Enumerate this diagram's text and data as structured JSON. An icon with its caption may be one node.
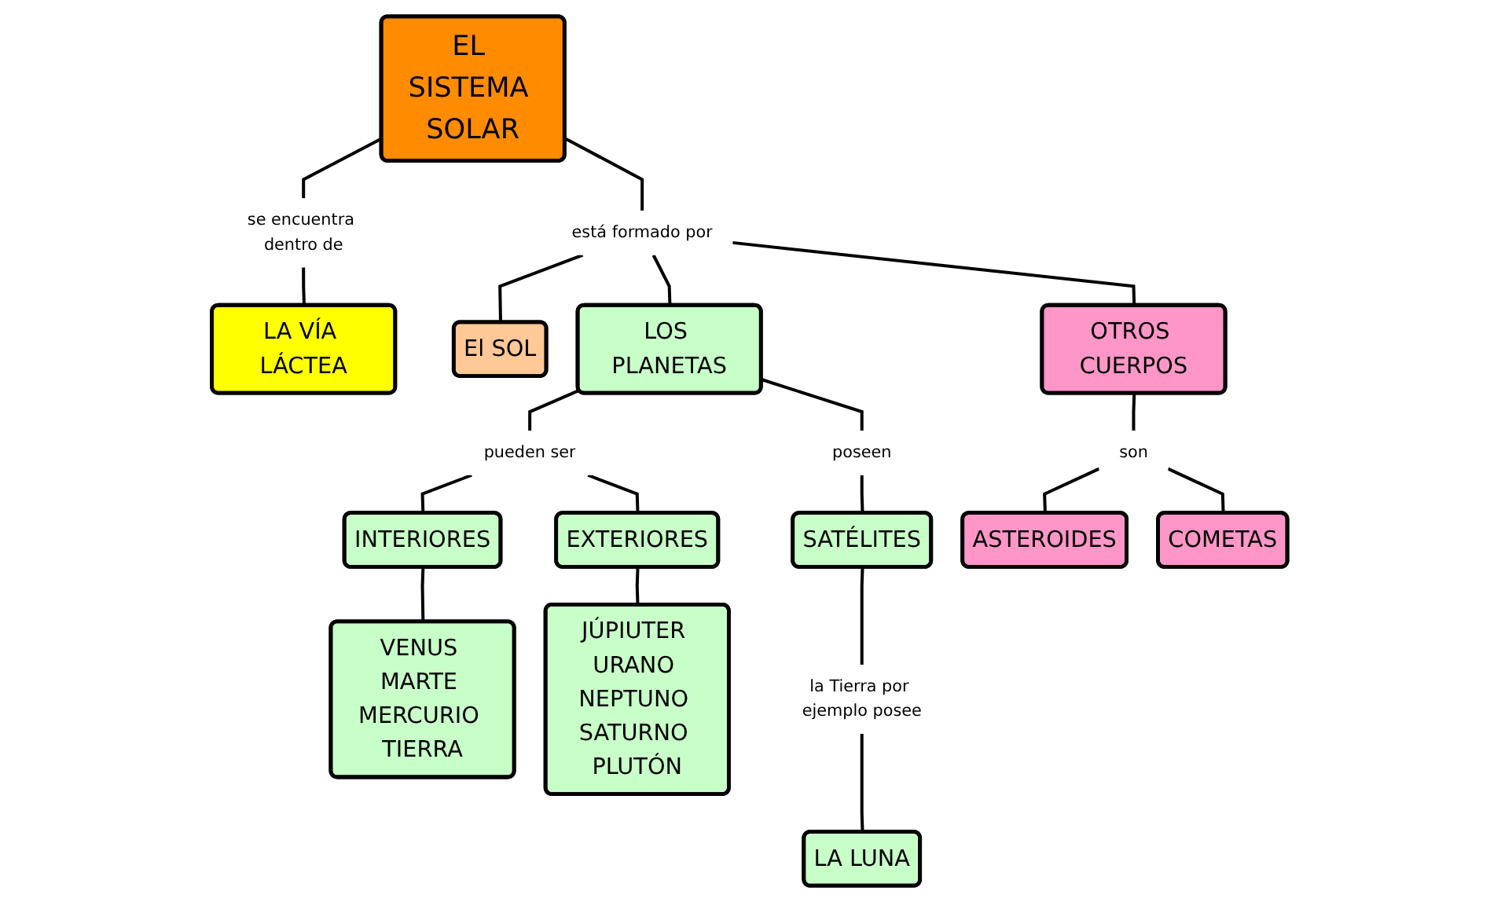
{
  "diagram": {
    "nodes": [
      {
        "text": [
          "EL SISTEMA SOLAR"
        ]
      },
      {
        "text": [
          "se encuentra dentro de"
        ]
      },
      {
        "text": [
          "LA VÍA LÁCTEA"
        ]
      },
      {
        "text": [
          "está formado por"
        ]
      },
      {
        "text": [
          "El SOL"
        ]
      },
      {
        "text": [
          "LOS PLANETAS"
        ]
      },
      {
        "text": [
          "OTROS CUERPOS"
        ]
      },
      {
        "text": [
          "pueden ser"
        ]
      },
      {
        "text": [
          "poseen"
        ]
      },
      {
        "text": [
          "son"
        ]
      },
      {
        "text": [
          "INTERIORES"
        ]
      },
      {
        "text": [
          "EXTERIORES"
        ]
      },
      {
        "text": [
          "SATÉLITES"
        ]
      },
      {
        "text": [
          "ASTEROIDES"
        ]
      },
      {
        "text": [
          "COMETAS"
        ]
      },
      {
        "text": [
          "VENUS MARTE MERCURIO TIERRA"
        ]
      },
      {
        "text": [
          "JÚPIUTER URANO NEPTUNO SATURNO PLUTÓN"
        ]
      },
      {
        "text": [
          "la Tierra por ejemplo posee"
        ]
      },
      {
        "text": [
          "LA LUNA"
        ]
      }
    ],
    "edges": [
      {
        "from": 0,
        "to": 1,
        "arrow": "none"
      },
      {
        "from": 1,
        "to": 2,
        "arrow": "none"
      },
      {
        "from": 0,
        "to": 3,
        "arrow": "none"
      },
      {
        "from": 3,
        "to": 4,
        "arrow": "none"
      },
      {
        "from": 3,
        "to": 5,
        "arrow": "none"
      },
      {
        "from": 3,
        "to": 6,
        "arrow": "none"
      },
      {
        "from": 5,
        "to": 7,
        "arrow": "none"
      },
      {
        "from": 7,
        "to": 10,
        "arrow": "none"
      },
      {
        "from": 7,
        "to": 11,
        "arrow": "none"
      },
      {
        "from": 5,
        "to": 8,
        "arrow": "none"
      },
      {
        "from": 8,
        "to": 12,
        "arrow": "none"
      },
      {
        "from": 6,
        "to": 9,
        "arrow": "none"
      },
      {
        "from": 9,
        "to": 13,
        "arrow": "none"
      },
      {
        "from": 9,
        "to": 14,
        "arrow": "none"
      },
      {
        "from": 10,
        "to": 15,
        "arrow": "none"
      },
      {
        "from": 11,
        "to": 16,
        "arrow": "none"
      },
      {
        "from": 12,
        "to": 17,
        "arrow": "none"
      },
      {
        "from": 17,
        "to": 18,
        "arrow": "none"
      }
    ]
  }
}
